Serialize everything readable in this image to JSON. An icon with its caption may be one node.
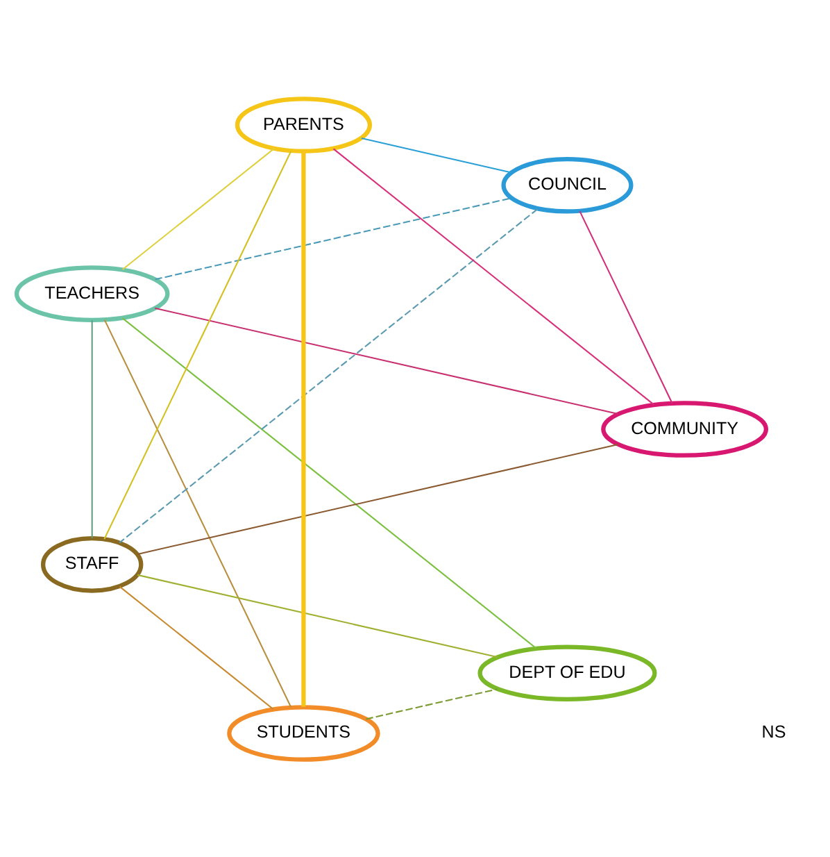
{
  "diagram": {
    "nodes": [
      {
        "text": [
          "STUDENTS"
        ]
      },
      {
        "text": [
          "TEACHERS"
        ]
      },
      {
        "text": [
          "STAFF"
        ]
      },
      {
        "text": [
          "DEPT OF EDU"
        ]
      },
      {
        "text": [
          "COUNCIL"
        ]
      },
      {
        "text": [
          "COMMUNITY"
        ]
      },
      {
        "text": [
          "PARENTS"
        ]
      }
    ],
    "edges": [
      {
        "from": 6,
        "to": 0,
        "arrow": "none",
        "style": "thick",
        "color": "#f5c518"
      },
      {
        "from": 6,
        "to": 1,
        "arrow": "none",
        "color": "#e0d040"
      },
      {
        "from": 6,
        "to": 2,
        "arrow": "none",
        "color": "#d4c020"
      },
      {
        "from": 6,
        "to": 5,
        "arrow": "none",
        "color": "#d8307a"
      },
      {
        "from": 6,
        "to": 4,
        "arrow": "none",
        "color": "#2aa0d8"
      },
      {
        "from": 0,
        "to": 1,
        "arrow": "none",
        "color": "#b89040"
      },
      {
        "from": 0,
        "to": 2,
        "arrow": "none",
        "color": "#c88a30"
      },
      {
        "from": 0,
        "to": 3,
        "arrow": "none",
        "style": "dashed",
        "color": "#7a9a30"
      },
      {
        "from": 1,
        "to": 5,
        "arrow": "none",
        "color": "#c83070"
      },
      {
        "from": 1,
        "to": 3,
        "arrow": "none",
        "color": "#7cc040"
      },
      {
        "from": 1,
        "to": 2,
        "arrow": "none",
        "color": "#60a080"
      },
      {
        "from": 1,
        "to": 4,
        "arrow": "none",
        "style": "dashed",
        "color": "#4a9ab8"
      },
      {
        "from": 5,
        "to": 2,
        "arrow": "none",
        "color": "#8a5a30"
      },
      {
        "from": 5,
        "to": 4,
        "arrow": "none",
        "color": "#d0307a"
      },
      {
        "from": 4,
        "to": 2,
        "arrow": "none",
        "style": "dashed",
        "color": "#5a9ab0"
      },
      {
        "from": 3,
        "to": 2,
        "arrow": "none",
        "color": "#a0b030"
      }
    ],
    "labels": [
      "NS"
    ]
  }
}
